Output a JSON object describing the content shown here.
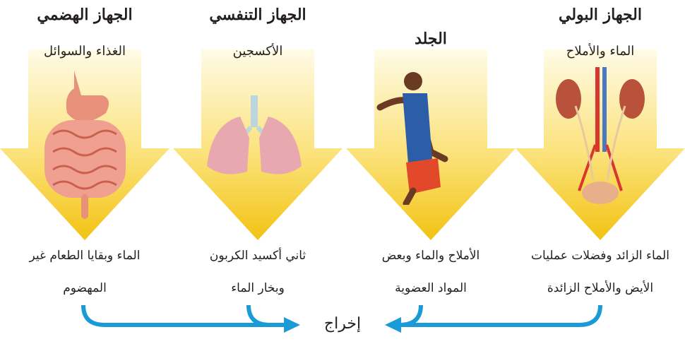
{
  "systems": [
    {
      "title": "الجهاز البولي",
      "input": "الماء والأملاح",
      "output_line1": "الماء الزائد وفضلات عمليات",
      "output_line2": "الأيض والأملاح الزائدة",
      "organ_icon": "kidneys-bladder-icon"
    },
    {
      "title": "الجلد",
      "input": "",
      "output_line1": "الأملاح والماء وبعض",
      "output_line2": "المواد العضوية",
      "organ_icon": "running-person-icon"
    },
    {
      "title": "الجهاز التنفسي",
      "input": "الأكسجين",
      "output_line1": "ثاني أكسيد الكربون",
      "output_line2": "وبخار الماء",
      "organ_icon": "lungs-icon"
    },
    {
      "title": "الجهاز الهضمي",
      "input": "الغذاء والسوائل",
      "output_line1": "الماء وبقايا الطعام غير",
      "output_line2": "المهضوم",
      "organ_icon": "digestive-tract-icon"
    }
  ],
  "excretion_label": "إخراج",
  "colors": {
    "arrow_top": "#fff6cf",
    "arrow_bottom": "#f3c51a",
    "flow_arrow": "#1a9ad6"
  }
}
